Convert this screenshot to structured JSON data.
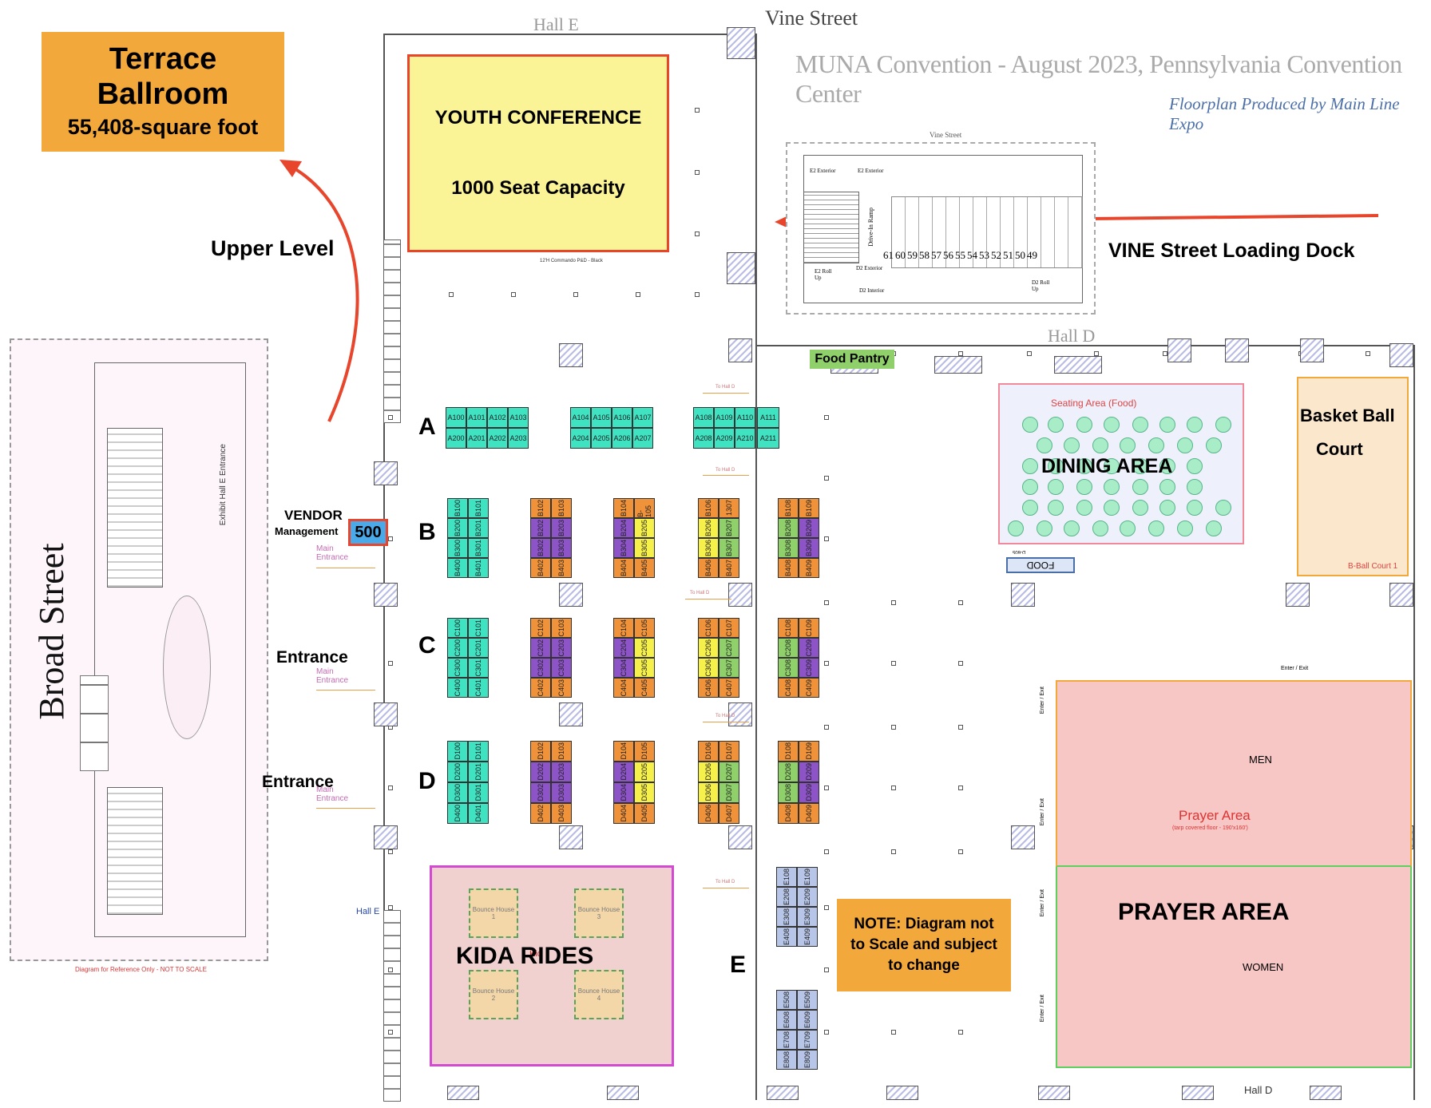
{
  "streets": {
    "vine": "Vine Street",
    "broad": "Broad Street",
    "vine_small": "Vine Street"
  },
  "halls": {
    "hall_e_top": "Hall E",
    "hall_d_top": "Hall D",
    "hall_e_bottom": "Hall E",
    "hall_d_bottom": "Hall D"
  },
  "header": {
    "title": "MUNA Convention - August 2023, Pennsylvania Convention Center",
    "subtitle": "Floorplan Produced by Main Line Expo"
  },
  "terrace": {
    "line1": "Terrace",
    "line2": "Ballroom",
    "size": "55,408-square foot",
    "color": "#f2a83a"
  },
  "labels": {
    "upper_level": "Upper Level",
    "loading_dock": "VINE Street Loading Dock",
    "vendor": "VENDOR",
    "management": "Management",
    "booth_500": "500",
    "entrance_1": "Entrance",
    "entrance_2": "Entrance",
    "main_entrance": "Main Entrance",
    "to_hall_d": "To Hall D",
    "food_pantry": "Food Pantry",
    "food": "FOOD",
    "food_small": "D-605",
    "seating_area": "Seating Area (Food)",
    "dining_area": "DINING AREA",
    "basketball_1": "Basket Ball",
    "basketball_2": "Court",
    "bball_court_small": "B-Ball Court 1",
    "youth_1": "YOUTH CONFERENCE",
    "youth_2": "1000 Seat Capacity",
    "youth_small": "12'H Commando P&D - Black",
    "men": "MEN",
    "women": "WOMEN",
    "prayer_area_small": "Prayer Area",
    "prayer_note": "(tarp covered floor - 190'x160')",
    "prayer_area": "PRAYER AREA",
    "enter_exit": "Enter / Exit",
    "kida_rides": "KIDA RIDES",
    "kida_small": "Kid",
    "bounce_1": "Bounce House 1",
    "bounce_2": "Bounce House 2",
    "bounce_3": "Bounce House 3",
    "bounce_4": "Bounce House 4",
    "note": "NOTE: Diagram not to Scale and subject to change",
    "ref_note": "Diagram for Reference Only - NOT TO SCALE",
    "exhibit_hall": "Exhibit Hall E Entrance",
    "drive_in_ramp": "Drive-In Ramp",
    "e2_exterior": "E2 Exterior",
    "d2_exterior": "D2 Exterior",
    "d2_interior": "D2 Interior",
    "e2_roll_up": "E2 Roll Up",
    "d2_roll_up": "D2 Roll Up",
    "b10_5": "B-10 5",
    "row_a": "A",
    "row_b": "B",
    "row_c": "C",
    "row_d": "D",
    "row_e": "E"
  },
  "dock_numbers": [
    "61",
    "60",
    "59",
    "58",
    "57",
    "56",
    "55",
    "54",
    "53",
    "52",
    "51",
    "50",
    "49"
  ],
  "booths_a": {
    "top1": [
      "A100",
      "A101",
      "A102",
      "A103"
    ],
    "bot1": [
      "A200",
      "A201",
      "A202",
      "A203"
    ],
    "top2": [
      "A104",
      "A105",
      "A106",
      "A107"
    ],
    "bot2": [
      "A204",
      "A205",
      "A206",
      "A207"
    ],
    "top3": [
      "A108",
      "A109",
      "A110"
    ],
    "bot3": [
      "A208",
      "A209",
      "A210"
    ],
    "top4": "A111",
    "bot4": "A211"
  },
  "columns_b": [
    {
      "left": [
        "B100",
        "B200",
        "B300",
        "B400"
      ],
      "right": [
        "B101",
        "B201",
        "B301",
        "B401"
      ]
    },
    {
      "left": [
        "B102",
        "B202",
        "B302",
        "B402"
      ],
      "right": [
        "B103",
        "B203",
        "B303",
        "B403"
      ]
    },
    {
      "left": [
        "B104",
        "B204",
        "B304",
        "B404"
      ],
      "right": [
        "B-105",
        "B205",
        "B305",
        "B405"
      ]
    },
    {
      "left": [
        "B106",
        "B206",
        "B306",
        "B406"
      ],
      "right": [
        "1307",
        "B207",
        "B307",
        "B407"
      ]
    },
    {
      "left": [
        "B108",
        "B208",
        "B308",
        "B408"
      ],
      "right": [
        "B109",
        "B209",
        "B309",
        "B409"
      ]
    }
  ],
  "columns_c": [
    {
      "left": [
        "C100",
        "C200",
        "C300",
        "C400"
      ],
      "right": [
        "C101",
        "C201",
        "C301",
        "C401"
      ]
    },
    {
      "left": [
        "C102",
        "C202",
        "C302",
        "C402"
      ],
      "right": [
        "C103",
        "C203",
        "C303",
        "C403"
      ]
    },
    {
      "left": [
        "C104",
        "C204",
        "C304",
        "C404"
      ],
      "right": [
        "C105",
        "C205",
        "C305",
        "C405"
      ]
    },
    {
      "left": [
        "C106",
        "C206",
        "C306",
        "C406"
      ],
      "right": [
        "C107",
        "C207",
        "C307",
        "C407"
      ]
    },
    {
      "left": [
        "C108",
        "C208",
        "C308",
        "C408"
      ],
      "right": [
        "C109",
        "C209",
        "C309",
        "C409"
      ]
    }
  ],
  "columns_d": [
    {
      "left": [
        "D100",
        "D200",
        "D300",
        "D400"
      ],
      "right": [
        "D101",
        "D201",
        "D301",
        "D401"
      ]
    },
    {
      "left": [
        "D102",
        "D202",
        "D302",
        "D402"
      ],
      "right": [
        "D103",
        "D203",
        "D303",
        "D403"
      ]
    },
    {
      "left": [
        "D104",
        "D204",
        "D304",
        "D404"
      ],
      "right": [
        "D105",
        "D205",
        "D305",
        "D405"
      ]
    },
    {
      "left": [
        "D106",
        "D206",
        "D306",
        "D406"
      ],
      "right": [
        "D107",
        "D207",
        "D307",
        "D407"
      ]
    },
    {
      "left": [
        "D108",
        "D208",
        "D308",
        "D408"
      ],
      "right": [
        "D109",
        "D209",
        "D309",
        "D409"
      ]
    }
  ],
  "column_e": {
    "upper_left": [
      "E108",
      "E208",
      "E308",
      "E408"
    ],
    "upper_right": [
      "E109",
      "E209",
      "E309",
      "E409"
    ],
    "lower_left": [
      "E508",
      "E608",
      "E708",
      "E808"
    ],
    "lower_right": [
      "E509",
      "E609",
      "E709",
      "E809"
    ]
  },
  "colors": {
    "teal": "#3fe3c2",
    "orange": "#f0923a",
    "purple": "#8d54c8",
    "yellow": "#f5f04a",
    "green": "#8fd06a",
    "lightblue": "#b7c6e8",
    "youth": "#fbf496",
    "prayer": "#f7c7c5",
    "kida": "#f1d0d0",
    "red_arrow": "#e8462c"
  }
}
